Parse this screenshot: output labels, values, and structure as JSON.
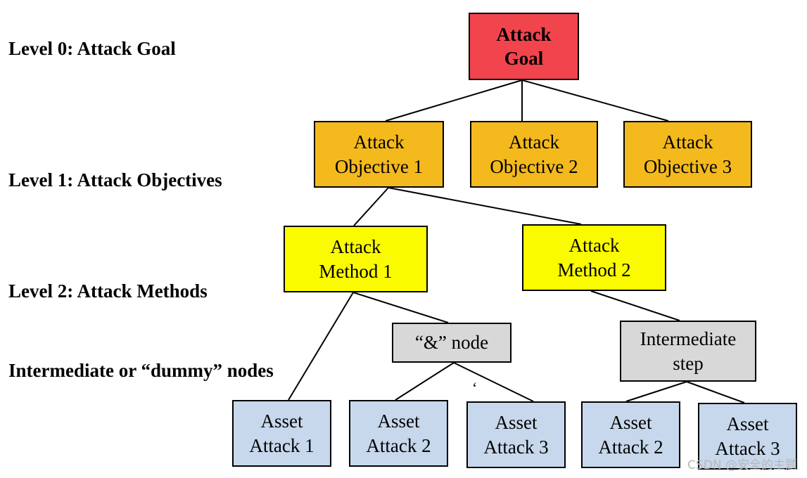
{
  "level_labels": {
    "level0": "Level 0: Attack Goal",
    "level1": "Level 1: Attack Objectives",
    "level2": "Level 2: Attack Methods",
    "intermediate": "Intermediate or “dummy” nodes"
  },
  "nodes": {
    "goal": {
      "line1": "Attack",
      "line2": "Goal"
    },
    "objective1": {
      "line1": "Attack",
      "line2": "Objective 1"
    },
    "objective2": {
      "line1": "Attack",
      "line2": "Objective 2"
    },
    "objective3": {
      "line1": "Attack",
      "line2": "Objective 3"
    },
    "method1": {
      "line1": "Attack",
      "line2": "Method 1"
    },
    "method2": {
      "line1": "Attack",
      "line2": "Method 2"
    },
    "and_node": {
      "line1": "“&” node"
    },
    "intermediate": {
      "line1": "Intermediate",
      "line2": "step"
    },
    "asset1": {
      "line1": "Asset",
      "line2": "Attack 1"
    },
    "asset2a": {
      "line1": "Asset",
      "line2": "Attack 2"
    },
    "asset3a": {
      "line1": "Asset",
      "line2": "Attack 3"
    },
    "asset2b": {
      "line1": "Asset",
      "line2": "Attack 2"
    },
    "asset3b": {
      "line1": "Asset",
      "line2": "Attack 3"
    }
  },
  "stray_mark": "‘",
  "colors": {
    "goal": "#f2444c",
    "objective": "#f4b91d",
    "method": "#fbfb00",
    "dummy": "#d8d8d8",
    "asset": "#c7d8ec"
  },
  "watermark": "CSDN @安全的主题"
}
